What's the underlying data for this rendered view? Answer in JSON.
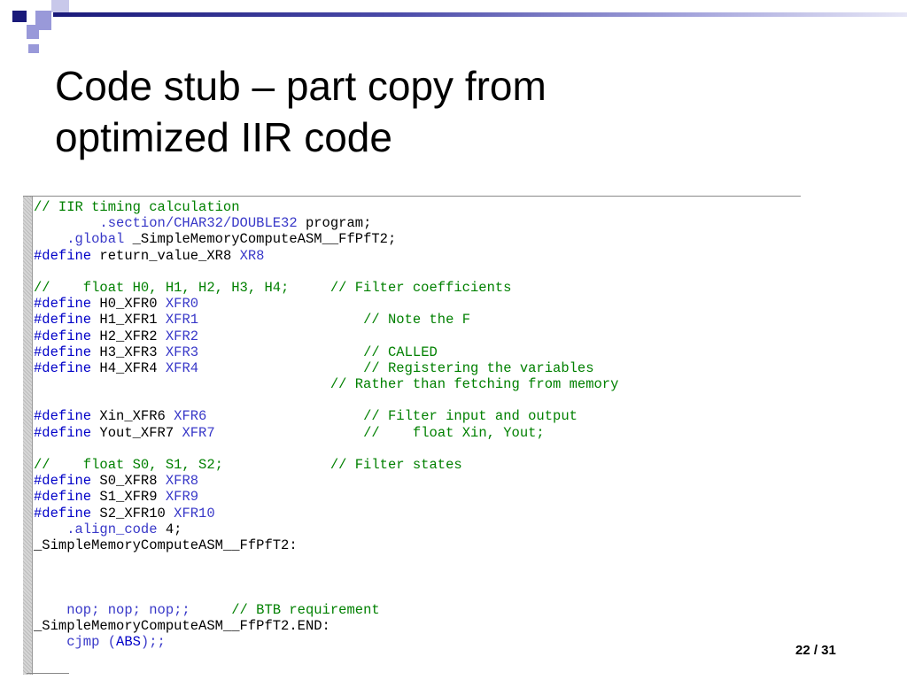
{
  "slide": {
    "title_lines": [
      "Code stub – part copy from",
      "optimized IIR code"
    ],
    "page_number": "22 / 31",
    "colors": {
      "navy": "#1a1a7a",
      "lavender": "#9999d9",
      "comment": "#008000",
      "directive": "#0000c8"
    }
  },
  "code_lines": [
    [
      {
        "t": "// IIR timing calculation",
        "c": "comment"
      }
    ],
    [
      {
        "t": "        .section/CHAR32/DOUBLE32",
        "c": "keyword"
      },
      {
        "t": " program;",
        "c": "default"
      }
    ],
    [
      {
        "t": "    .global",
        "c": "keyword"
      },
      {
        "t": " _SimpleMemoryComputeASM__FfPfT2;",
        "c": "default"
      }
    ],
    [
      {
        "t": "#define",
        "c": "directive"
      },
      {
        "t": " return_value_XR8 ",
        "c": "default"
      },
      {
        "t": "XR8",
        "c": "keyword"
      }
    ],
    [],
    [
      {
        "t": "//    float H0, H1, H2, H3, H4;     // Filter coefficients",
        "c": "comment"
      }
    ],
    [
      {
        "t": "#define",
        "c": "directive"
      },
      {
        "t": " H0_XFR0 ",
        "c": "default"
      },
      {
        "t": "XFR0",
        "c": "keyword"
      }
    ],
    [
      {
        "t": "#define",
        "c": "directive"
      },
      {
        "t": " H1_XFR1 ",
        "c": "default"
      },
      {
        "t": "XFR1",
        "c": "keyword"
      },
      {
        "t": "                    // Note the F",
        "c": "comment"
      }
    ],
    [
      {
        "t": "#define",
        "c": "directive"
      },
      {
        "t": " H2_XFR2 ",
        "c": "default"
      },
      {
        "t": "XFR2",
        "c": "keyword"
      }
    ],
    [
      {
        "t": "#define",
        "c": "directive"
      },
      {
        "t": " H3_XFR3 ",
        "c": "default"
      },
      {
        "t": "XFR3",
        "c": "keyword"
      },
      {
        "t": "                    // CALLED",
        "c": "comment"
      }
    ],
    [
      {
        "t": "#define",
        "c": "directive"
      },
      {
        "t": " H4_XFR4 ",
        "c": "default"
      },
      {
        "t": "XFR4",
        "c": "keyword"
      },
      {
        "t": "                    // Registering the variables",
        "c": "comment"
      }
    ],
    [
      {
        "t": "                                    // Rather than fetching from memory",
        "c": "comment"
      }
    ],
    [],
    [
      {
        "t": "#define",
        "c": "directive"
      },
      {
        "t": " Xin_XFR6 ",
        "c": "default"
      },
      {
        "t": "XFR6",
        "c": "keyword"
      },
      {
        "t": "                   // Filter input and output",
        "c": "comment"
      }
    ],
    [
      {
        "t": "#define",
        "c": "directive"
      },
      {
        "t": " Yout_XFR7 ",
        "c": "default"
      },
      {
        "t": "XFR7",
        "c": "keyword"
      },
      {
        "t": "                  //    float Xin, Yout;",
        "c": "comment"
      }
    ],
    [],
    [
      {
        "t": "//    float S0, S1, S2;             // Filter states",
        "c": "comment"
      }
    ],
    [
      {
        "t": "#define",
        "c": "directive"
      },
      {
        "t": " S0_XFR8 ",
        "c": "default"
      },
      {
        "t": "XFR8",
        "c": "keyword"
      }
    ],
    [
      {
        "t": "#define",
        "c": "directive"
      },
      {
        "t": " S1_XFR9 ",
        "c": "default"
      },
      {
        "t": "XFR9",
        "c": "keyword"
      }
    ],
    [
      {
        "t": "#define",
        "c": "directive"
      },
      {
        "t": " S2_XFR10 ",
        "c": "default"
      },
      {
        "t": "XFR10",
        "c": "keyword"
      }
    ],
    [
      {
        "t": "    .align_code",
        "c": "keyword"
      },
      {
        "t": " 4;",
        "c": "default"
      }
    ],
    [
      {
        "t": "_SimpleMemoryComputeASM__FfPfT2:",
        "c": "default"
      }
    ],
    [],
    [],
    [],
    [
      {
        "t": "    nop; nop; nop;;",
        "c": "keyword"
      },
      {
        "t": "     // BTB requirement",
        "c": "comment"
      }
    ],
    [
      {
        "t": "_SimpleMemoryComputeASM__FfPfT2.END:",
        "c": "default"
      }
    ],
    [
      {
        "t": "    cjmp (",
        "c": "keyword"
      },
      {
        "t": "ABS",
        "c": "directive"
      },
      {
        "t": ");;",
        "c": "keyword"
      }
    ]
  ]
}
